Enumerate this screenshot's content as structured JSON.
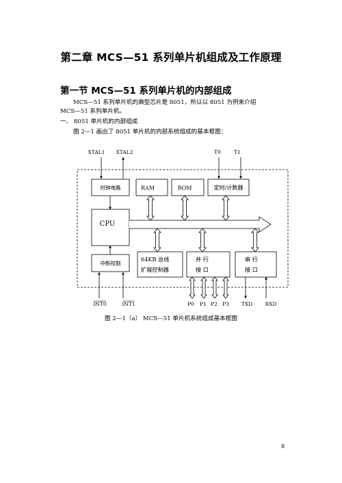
{
  "chapter_title": "第二章  MCS—51 系列单片机组成及工作原理",
  "section_title": "第一节    MCS—51 系列单片机的内部组成",
  "paragraphs": {
    "p1": "MCS—51  系列单片机的典型芯片是  8051，所以以  8051  为例来介绍",
    "p2": "MCS—51 系列单片机。",
    "p3": "一、 8051 单片机的内部组成",
    "p4": "图 2—1 画出了 8051 单片机的内部系统组成的基本框图："
  },
  "diagram": {
    "pins_top": {
      "xtal1": "XTAL1",
      "xtal2": "XTAL2",
      "t0": "T0",
      "t1": "T1"
    },
    "blocks": {
      "clock": "时钟电路",
      "ram": "RAM",
      "rom": "ROM",
      "timer": "定时/计数器",
      "cpu": "CPU",
      "interrupt": "中断控制",
      "bus_ctrl_l1": "64KB 总线",
      "bus_ctrl_l2": "扩展控制器",
      "par_l1": "并      行",
      "par_l2": "接      口",
      "ser_l1": "串    行",
      "ser_l2": "接  口"
    },
    "pins_bottom": {
      "int0": "INT0",
      "int1": "INT1",
      "p0": "P0",
      "p1": "P1",
      "p2": "P2",
      "p3": "P3",
      "txd": "TXD",
      "rxd": "RXD"
    }
  },
  "figure_caption": "图 2—1（a）     MCS—51 单片机系统组成基本框图",
  "page_number": "8"
}
